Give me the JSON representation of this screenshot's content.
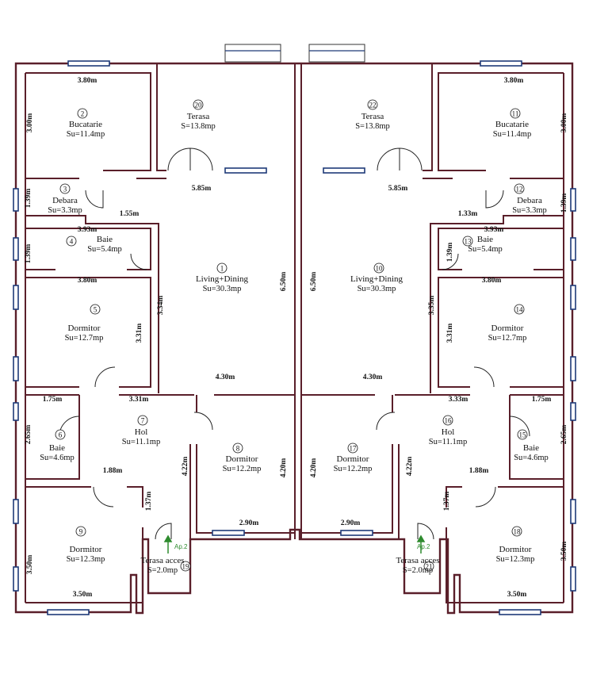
{
  "rooms": [
    {
      "num": "2",
      "name": "Bucatarie",
      "area": "Su=11.4mp"
    },
    {
      "num": "20",
      "name": "Terasa",
      "area": "S=13.8mp"
    },
    {
      "num": "22",
      "name": "Terasa",
      "area": "S=13.8mp"
    },
    {
      "num": "11",
      "name": "Bucatarie",
      "area": "Su=11.4mp"
    },
    {
      "num": "3",
      "name": "Debara",
      "area": "Su=3.3mp"
    },
    {
      "num": "12",
      "name": "Debara",
      "area": "Su=3.3mp"
    },
    {
      "num": "4",
      "name": "Baie",
      "area": "Su=5.4mp"
    },
    {
      "num": "13",
      "name": "Baie",
      "area": "Su=5.4mp"
    },
    {
      "num": "1",
      "name": "Living+Dining",
      "area": "Su=30.3mp"
    },
    {
      "num": "10",
      "name": "Living+Dining",
      "area": "Su=30.3mp"
    },
    {
      "num": "5",
      "name": "Dormitor",
      "area": "Su=12.7mp"
    },
    {
      "num": "14",
      "name": "Dormitor",
      "area": "Su=12.7mp"
    },
    {
      "num": "6",
      "name": "Baie",
      "area": "Su=4.6mp"
    },
    {
      "num": "15",
      "name": "Baie",
      "area": "Su=4.6mp"
    },
    {
      "num": "7",
      "name": "Hol",
      "area": "Su=11.1mp"
    },
    {
      "num": "16",
      "name": "Hol",
      "area": "Su=11.1mp"
    },
    {
      "num": "8",
      "name": "Dormitor",
      "area": "Su=12.2mp"
    },
    {
      "num": "17",
      "name": "Dormitor",
      "area": "Su=12.2mp"
    },
    {
      "num": "9",
      "name": "Dormitor",
      "area": "Su=12.3mp"
    },
    {
      "num": "18",
      "name": "Dormitor",
      "area": "Su=12.3mp"
    },
    {
      "num": "19",
      "name": "Terasa acces",
      "area": "S=2.0mp"
    },
    {
      "num": "21",
      "name": "Terasa acces",
      "area": "S=2.0mp"
    }
  ],
  "dimensions": [
    "3.80m",
    "3.00m",
    "5.85m",
    "3.80m",
    "3.00m",
    "5.85m",
    "1.39m",
    "1.55m",
    "1.33m",
    "1.39m",
    "3.93m",
    "1.39m",
    "3.93m",
    "1.39m",
    "3.80m",
    "3.80m",
    "6.50m",
    "6.50m",
    "3.34m",
    "3.35m",
    "3.31m",
    "3.31m",
    "4.30m",
    "4.30m",
    "1.75m",
    "3.31m",
    "3.33m",
    "1.75m",
    "2.65m",
    "2.65m",
    "4.22m",
    "4.20m",
    "4.20m",
    "4.22m",
    "1.88m",
    "1.88m",
    "1.37m",
    "1.37m",
    "2.90m",
    "2.90m",
    "3.50m",
    "3.50m",
    "3.50m",
    "3.50m"
  ],
  "markers": [
    "Ap.2",
    "Ap.2"
  ],
  "colors": {
    "wall": "#5a1f2a",
    "window": "#1e3a78",
    "arrow": "#2e8b2e"
  }
}
